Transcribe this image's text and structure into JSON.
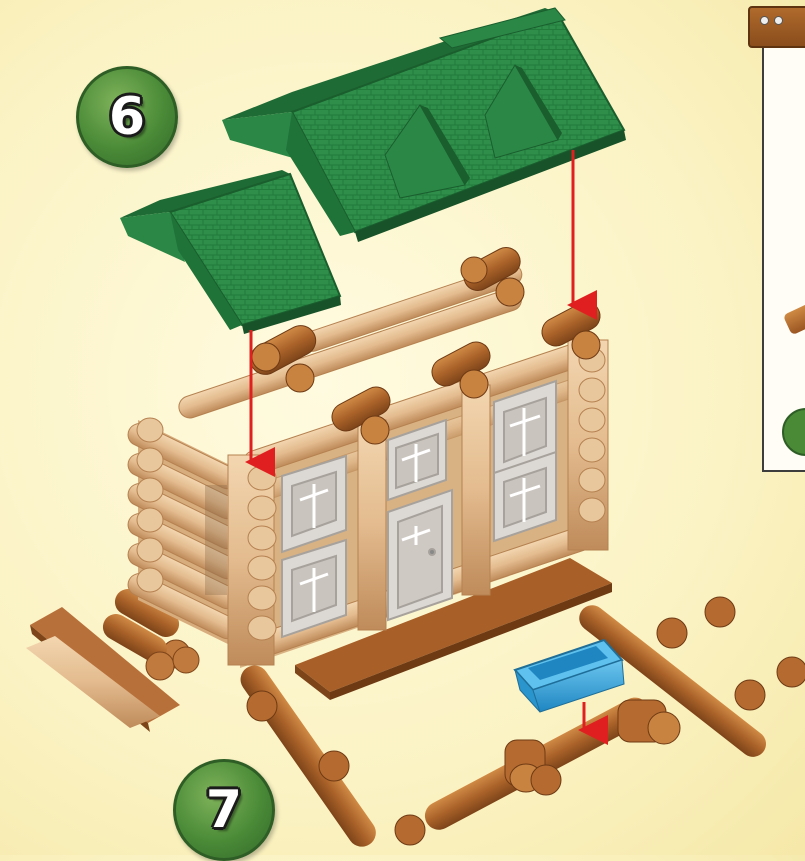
{
  "steps": {
    "upper": "6",
    "lower": "7"
  },
  "colors": {
    "background": "#fbf3c4",
    "roof": "#2f8f4a",
    "roof_dark": "#1f6b35",
    "log_light": "#e8c49a",
    "log_dark": "#b8814f",
    "log_brown": "#a85f28",
    "window_frame": "#d9d6d2",
    "tray": "#35a7dc",
    "arrow": "#e02020",
    "badge": "#4a8a37"
  },
  "icons": [
    "roof-piece-large",
    "roof-piece-small",
    "log-cabin-wall",
    "water-trough",
    "down-arrow",
    "step-number-badge"
  ]
}
